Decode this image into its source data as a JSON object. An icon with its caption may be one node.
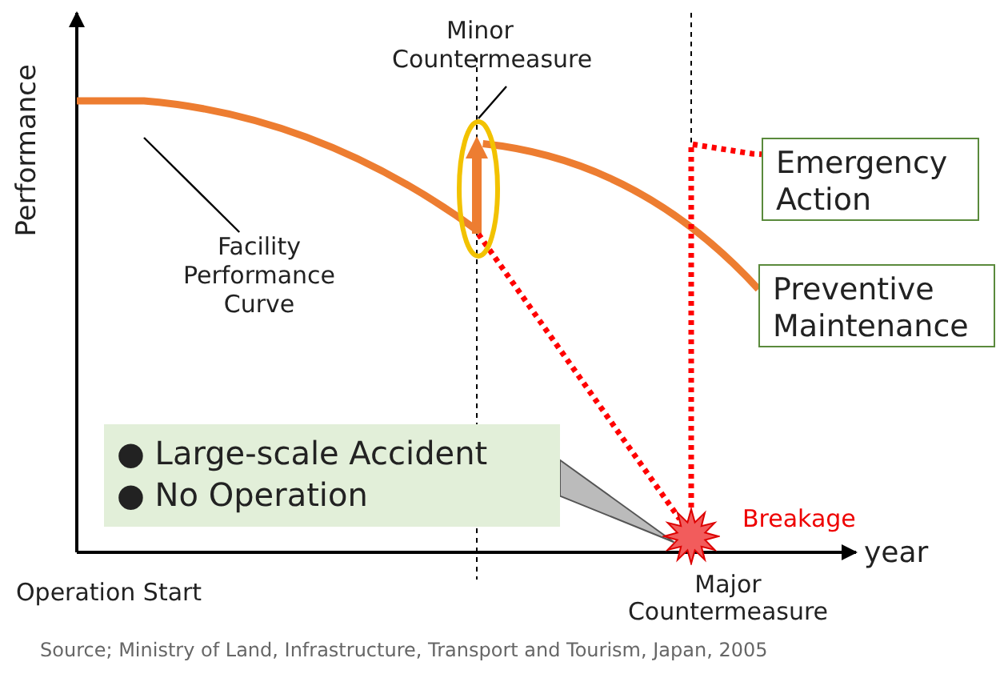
{
  "diagram": {
    "caption": "Source; Ministry of Land, Infrastructure, Transport and Tourism, Japan, 2005",
    "nodes": [
      {
        "text": [
          "Minor Countermeasure"
        ]
      },
      {
        "text": [],
        "shape": "ellipse"
      },
      {
        "text": [
          "Facility Performance Curve"
        ]
      },
      {
        "text": [
          "Emergency Action"
        ]
      },
      {
        "text": [
          "Preventive Maintenance"
        ]
      },
      {
        "text": [
          "● Large-scale Accident",
          "● No Operation"
        ]
      },
      {
        "text": [],
        "shape": "star",
        "beside": [
          "Breakage"
        ]
      }
    ],
    "edges": [
      {
        "from": 0,
        "to": 1,
        "arrow": "none"
      },
      {
        "from": 2,
        "to": null,
        "arrow": "none"
      },
      {
        "from": 5,
        "to": 6,
        "arrow": "none"
      },
      {
        "from": null,
        "to": 1,
        "arrow": "none",
        "color": "#ed7d31"
      },
      {
        "from": 1,
        "to": 4,
        "arrow": "none",
        "color": "#ed7d31"
      },
      {
        "from": 1,
        "to": 6,
        "arrow": "none",
        "style": "dashed",
        "color": "#ff0000"
      },
      {
        "from": 6,
        "to": 3,
        "arrow": "none",
        "style": "dashed",
        "color": "#ff0000"
      }
    ],
    "labels": [
      "Performance",
      "year",
      "Operation Start",
      "Major Countermeasure"
    ]
  }
}
